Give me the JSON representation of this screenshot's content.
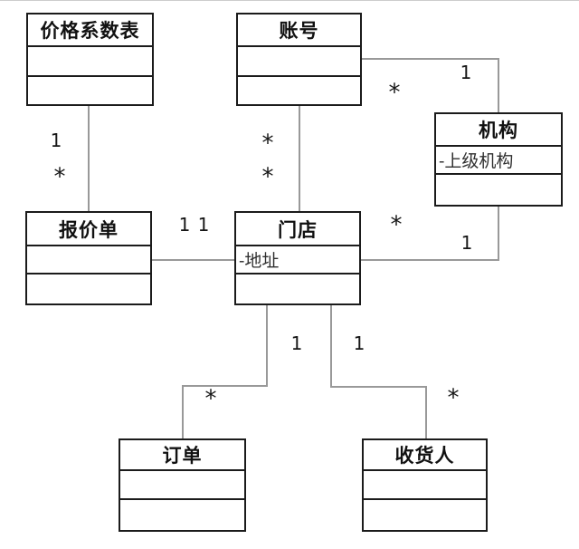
{
  "diagram": {
    "kind": "uml-class-diagram",
    "colors": {
      "box_border": "#1b1b1b",
      "connector": "#999999",
      "background": "#ffffff",
      "title_text": "#111111",
      "attribute_text": "#2f2f2f"
    },
    "classes": [
      {
        "id": "price-coefficient-table",
        "name": "价格系数表",
        "attributes": [
          "",
          ""
        ]
      },
      {
        "id": "account",
        "name": "账号",
        "attributes": [
          "",
          ""
        ]
      },
      {
        "id": "organization",
        "name": "机构",
        "attributes": [
          "-上级机构",
          ""
        ]
      },
      {
        "id": "quotation",
        "name": "报价单",
        "attributes": [
          "",
          ""
        ]
      },
      {
        "id": "store",
        "name": "门店",
        "attributes": [
          "-地址",
          ""
        ]
      },
      {
        "id": "order",
        "name": "订单",
        "attributes": [
          "",
          ""
        ]
      },
      {
        "id": "consignee",
        "name": "收货人",
        "attributes": [
          "",
          ""
        ]
      }
    ],
    "associations": [
      {
        "from": "价格系数表",
        "to": "报价单",
        "from_mult": "1",
        "to_mult": "*"
      },
      {
        "from": "账号",
        "to": "门店",
        "from_mult": "*",
        "to_mult": "*"
      },
      {
        "from": "账号",
        "to": "机构",
        "from_mult": "*",
        "to_mult": "1"
      },
      {
        "from": "报价单",
        "to": "门店",
        "from_mult": "1",
        "to_mult": "1"
      },
      {
        "from": "机构",
        "to": "门店",
        "from_mult": "1",
        "to_mult": "*"
      },
      {
        "from": "门店",
        "to": "订单",
        "from_mult": "1",
        "to_mult": "*"
      },
      {
        "from": "门店",
        "to": "收货人",
        "from_mult": "1",
        "to_mult": "*"
      }
    ],
    "labels": [
      {
        "text": "1"
      },
      {
        "text": "*"
      },
      {
        "text": "*"
      },
      {
        "text": "*"
      },
      {
        "text": "*"
      },
      {
        "text": "1"
      },
      {
        "text": "1"
      },
      {
        "text": "1"
      },
      {
        "text": "*"
      },
      {
        "text": "1"
      },
      {
        "text": "1"
      },
      {
        "text": "*"
      },
      {
        "text": "1"
      },
      {
        "text": "*"
      }
    ]
  }
}
